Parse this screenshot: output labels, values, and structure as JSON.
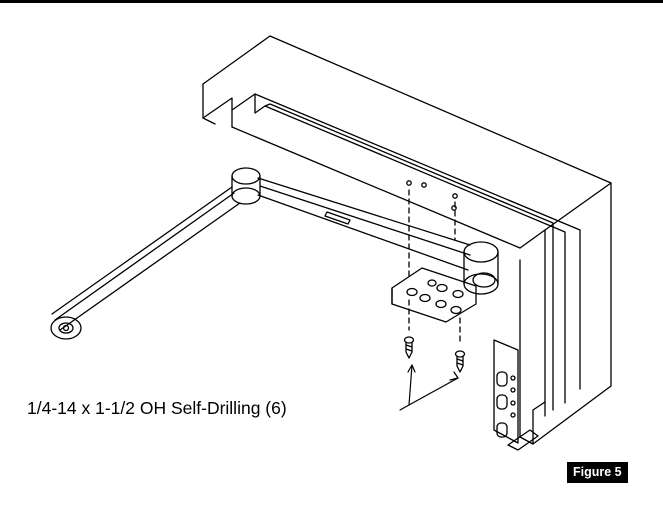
{
  "diagram": {
    "callout_label": "1/4-14 x 1-1/2 OH Self-Drilling (6)",
    "figure_label": "Figure 5"
  },
  "colors": {
    "line": "#000000",
    "background": "#ffffff",
    "badge_bg": "#000000",
    "badge_text": "#ffffff"
  },
  "icons": [
    "screw-icon",
    "door-frame",
    "closer-arm",
    "mounting-bracket"
  ]
}
